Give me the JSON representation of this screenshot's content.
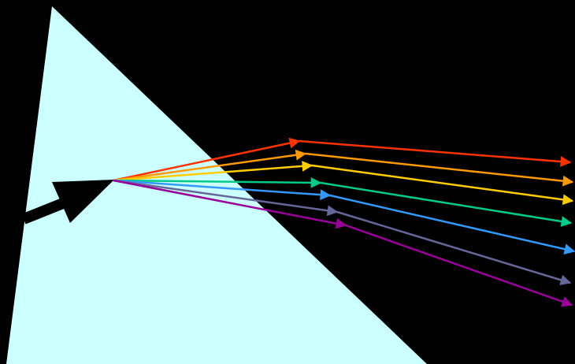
{
  "scene": {
    "background_color": "#000000",
    "prism": {
      "name": "prism",
      "fill_color": "#ccffff"
    },
    "incident_beam": {
      "name": "white-light-beam",
      "color": "#000000"
    },
    "dispersed_rays": [
      {
        "name": "red-ray",
        "color": "#ff3300"
      },
      {
        "name": "orange-ray",
        "color": "#ff9900"
      },
      {
        "name": "yellow-ray",
        "color": "#ffcc00"
      },
      {
        "name": "green-ray",
        "color": "#00cc88"
      },
      {
        "name": "blue-ray",
        "color": "#3399ff"
      },
      {
        "name": "indigo-ray",
        "color": "#666699"
      },
      {
        "name": "violet-ray",
        "color": "#990099"
      }
    ]
  }
}
